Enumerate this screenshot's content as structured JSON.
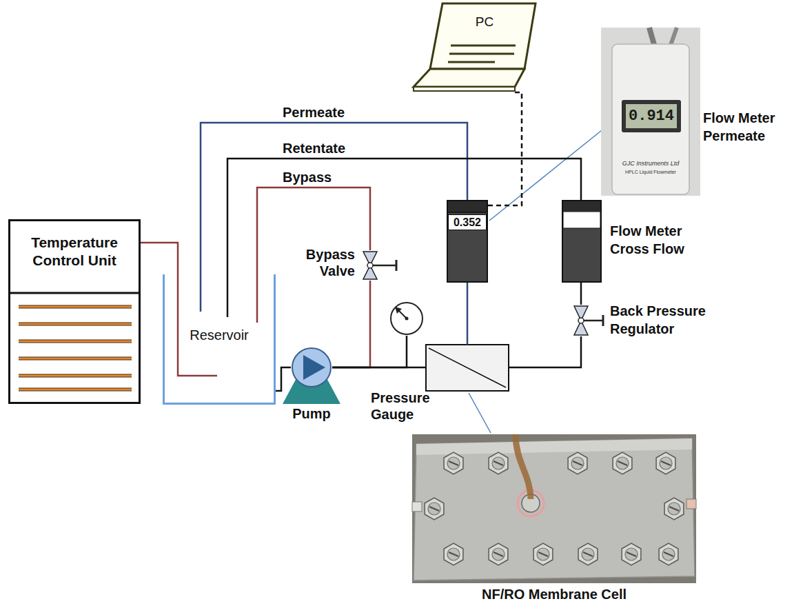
{
  "diagram": {
    "nodes": [
      {
        "text": [
          "Temperature Control Unit"
        ]
      },
      {
        "text": [
          "Reservoir"
        ]
      },
      {
        "text": [
          "Pump"
        ]
      },
      {
        "text": [
          "Bypass Valve"
        ]
      },
      {
        "text": [
          "Pressure Gauge"
        ]
      },
      {
        "text": [
          "0.352"
        ]
      },
      {
        "text": [
          "Flow Meter Cross Flow"
        ]
      },
      {
        "text": [
          "Back Pressure Regulator"
        ]
      },
      {
        "text": [
          "PC"
        ]
      },
      {
        "text": [
          "0.914",
          "GJC Instruments Ltd",
          "HPLC Liquid Flowmeter",
          "Flow Meter Permeate"
        ]
      },
      {
        "text": [
          "NF/RO Membrane Cell"
        ]
      }
    ],
    "edges": [
      {
        "from": 0,
        "to": 1,
        "arrow": "none"
      },
      {
        "from": 1,
        "to": 2,
        "arrow": "none"
      },
      {
        "from": 2,
        "to": 3,
        "arrow": "none"
      },
      {
        "from": 2,
        "to": 4,
        "arrow": "none"
      },
      {
        "from": 3,
        "to": 1,
        "arrow": "none",
        "label": "Bypass"
      },
      {
        "from": 5,
        "to": 1,
        "arrow": "none",
        "label": "Permeate"
      },
      {
        "from": 6,
        "to": 1,
        "arrow": "none",
        "label": "Retentate"
      },
      {
        "from": 7,
        "to": 6,
        "arrow": "none"
      },
      {
        "from": 8,
        "to": 5,
        "arrow": "none"
      }
    ]
  }
}
